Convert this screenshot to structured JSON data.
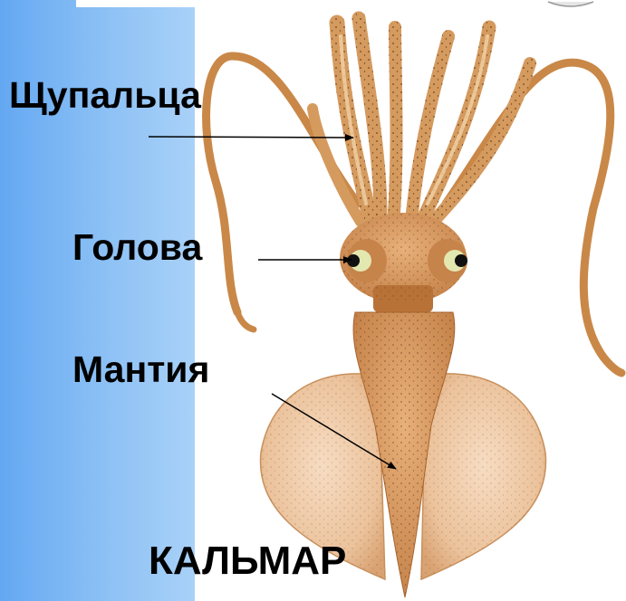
{
  "labels": {
    "tentacles": "Щупальца",
    "head": "Голова",
    "mantle": "Мантия"
  },
  "title": "КАЛЬМАР",
  "colors": {
    "panel": "#8dc1f5",
    "body": "#d99a5c",
    "body_dark": "#b87238",
    "fin": "#efc9a4",
    "spots": "#5a3a22",
    "arrow": "#000000"
  }
}
